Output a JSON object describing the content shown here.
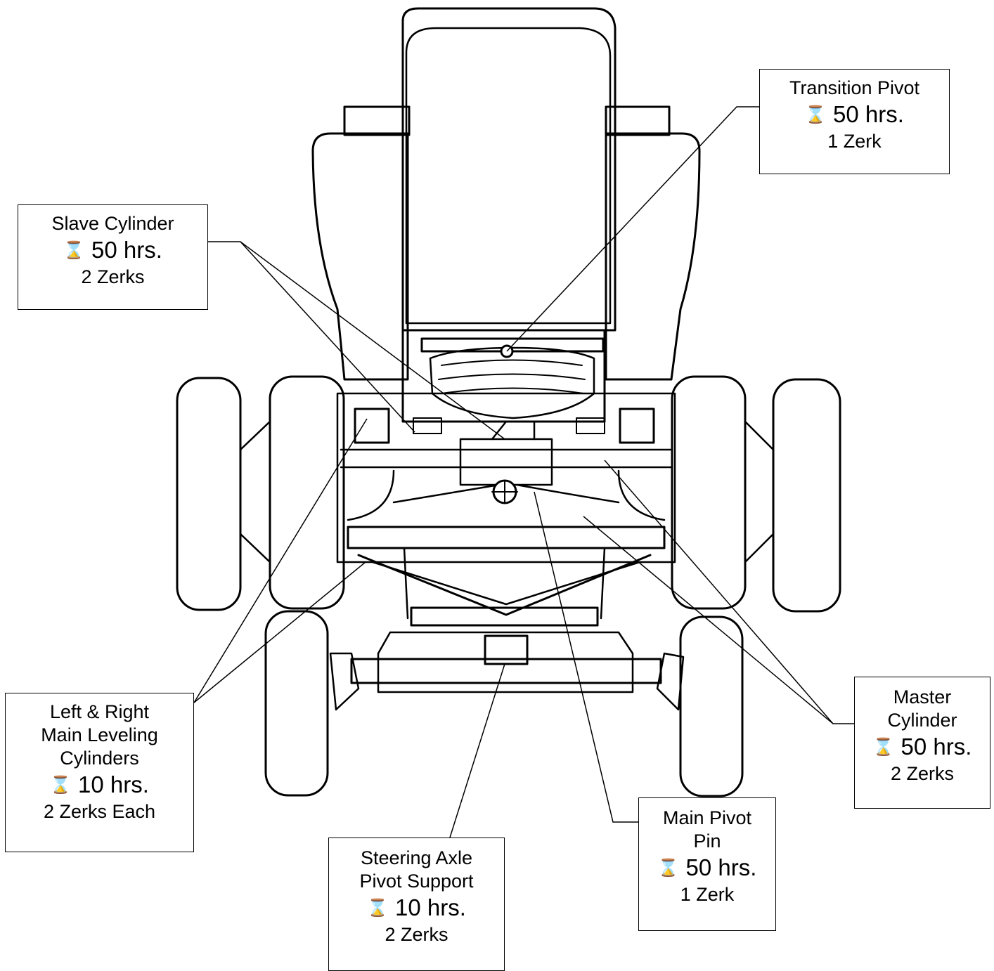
{
  "figure": {
    "subject": "mower-underside-lubrication-points",
    "line_color": "#000000",
    "background": "#ffffff"
  },
  "callouts": {
    "transition_pivot": {
      "title": "Transition Pivot",
      "icon": "hourglass-icon",
      "interval": "50 hrs.",
      "zerks": "1 Zerk"
    },
    "slave_cylinder": {
      "title": "Slave Cylinder",
      "icon": "hourglass-icon",
      "interval": "50 hrs.",
      "zerks": "2 Zerks"
    },
    "leveling_cylinders": {
      "title_line1": "Left & Right",
      "title_line2": "Main Leveling",
      "title_line3": "Cylinders",
      "icon": "hourglass-icon",
      "interval": "10 hrs.",
      "zerks": "2 Zerks Each"
    },
    "steering_axle": {
      "title_line1": "Steering Axle",
      "title_line2": "Pivot Support",
      "icon": "hourglass-icon",
      "interval": "10 hrs.",
      "zerks": "2 Zerks"
    },
    "main_pivot_pin": {
      "title_line1": "Main Pivot",
      "title_line2": "Pin",
      "icon": "hourglass-icon",
      "interval": "50 hrs.",
      "zerks": "1 Zerk"
    },
    "master_cylinder": {
      "title_line1": "Master",
      "title_line2": "Cylinder",
      "icon": "hourglass-icon",
      "interval": "50 hrs.",
      "zerks": "2 Zerks"
    }
  }
}
